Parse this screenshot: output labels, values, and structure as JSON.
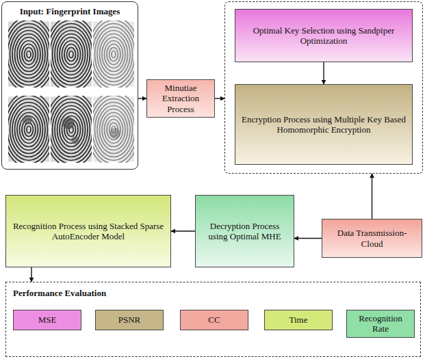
{
  "diagram": {
    "nodes": [
      {
        "text": [
          "Input: Fingerprint Images"
        ]
      },
      {
        "text": [
          "Minutiae Extraction Process"
        ]
      },
      {
        "text": []
      },
      {
        "text": [
          "Optimal Key Selection using Sandpiper Optimization"
        ],
        "in": 2
      },
      {
        "text": [
          "Encryption Process using Multiple Key Based Homomorphic Encryption"
        ],
        "in": 2
      },
      {
        "text": [
          "Recognition Process using Stacked Sparse AutoEncoder Model"
        ]
      },
      {
        "text": [
          "Decryption Process using Optimal MHE"
        ]
      },
      {
        "text": [
          "Data Transmission-Cloud"
        ]
      },
      {
        "text": [
          "Performance Evaluation"
        ]
      },
      {
        "text": [
          "MSE"
        ],
        "in": 8
      },
      {
        "text": [
          "PSNR"
        ],
        "in": 8
      },
      {
        "text": [
          "CC"
        ],
        "in": 8
      },
      {
        "text": [
          "Time"
        ],
        "in": 8
      },
      {
        "text": [
          "Recognition Rate"
        ],
        "in": 8
      }
    ],
    "edges": [
      {
        "from": 0,
        "to": 1,
        "arrow": "to"
      },
      {
        "from": 1,
        "to": 2,
        "arrow": "to"
      },
      {
        "from": 3,
        "to": 4,
        "arrow": "to"
      },
      {
        "from": 7,
        "to": 2,
        "arrow": "to"
      },
      {
        "from": 7,
        "to": 6,
        "arrow": "to"
      },
      {
        "from": 6,
        "to": 5,
        "arrow": "to"
      },
      {
        "from": 5,
        "to": 8,
        "arrow": "to"
      }
    ]
  }
}
